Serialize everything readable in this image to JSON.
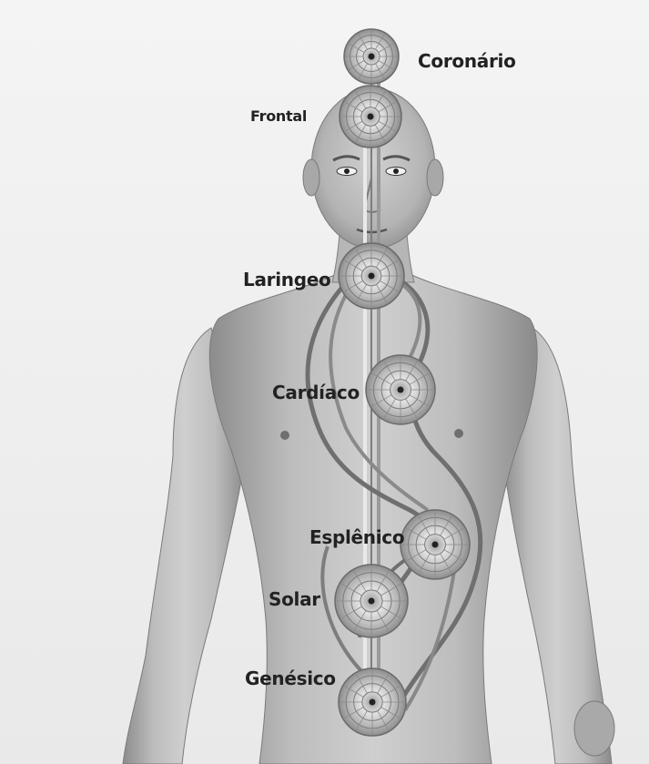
{
  "chakras": [
    {
      "key": "coronario",
      "label": "Coronário"
    },
    {
      "key": "frontal",
      "label": "Frontal"
    },
    {
      "key": "laringeo",
      "label": "Laringeo"
    },
    {
      "key": "cardiaco",
      "label": "Cardíaco"
    },
    {
      "key": "esplenico",
      "label": "Esplênico"
    },
    {
      "key": "solar",
      "label": "Solar"
    },
    {
      "key": "genesico",
      "label": "Genésico"
    }
  ]
}
